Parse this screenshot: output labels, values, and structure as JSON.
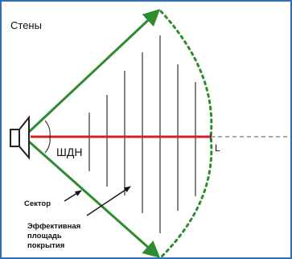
{
  "labels": {
    "walls": "Стены",
    "beam_width": "ШДН",
    "range": "L",
    "sector": "Сектор",
    "coverage_line1": "Эффективная",
    "coverage_line2": "площадь",
    "coverage_line3": "покрытия"
  },
  "colors": {
    "wall_border": "#2f6fb8",
    "sector_edge": "#2e8b2e",
    "axis": "#d42020",
    "hatch": "#333333",
    "speaker": "#222222",
    "dashed_extension": "#555555"
  },
  "icons": {
    "source": "loudspeaker-icon"
  }
}
